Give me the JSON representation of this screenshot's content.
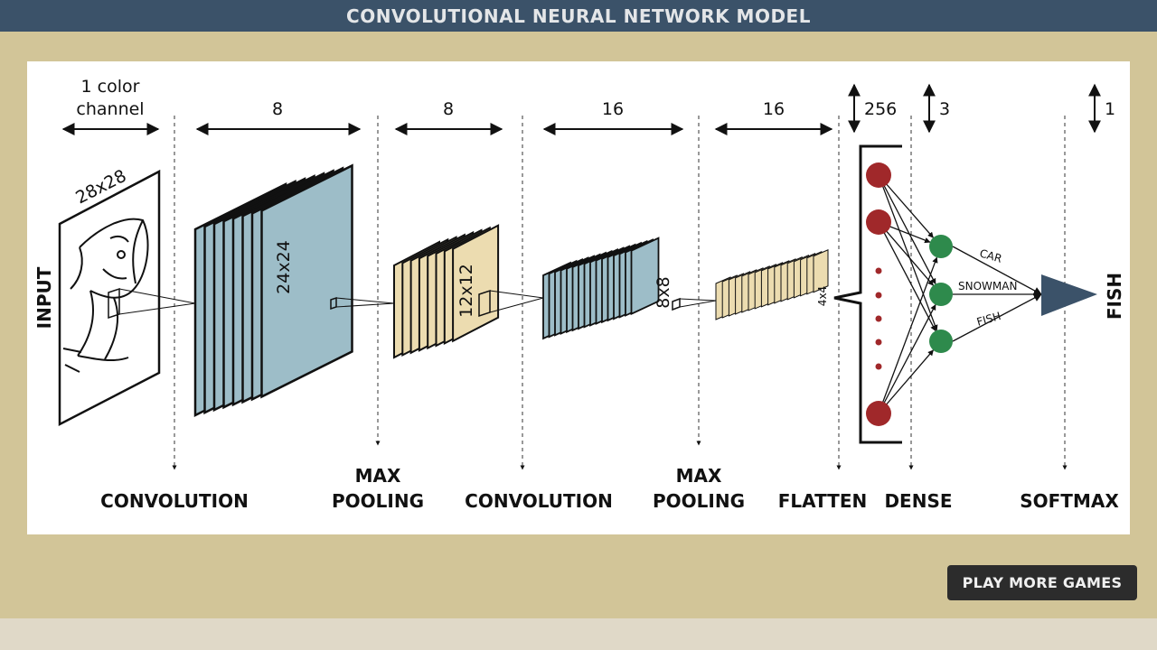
{
  "header": {
    "title": "CONVOLUTIONAL NEURAL NETWORK MODEL"
  },
  "diagram": {
    "input_side_label": "INPUT",
    "input_size": "28x28",
    "input_channels_line1": "1 color",
    "input_channels_line2": "channel",
    "conv1_depth": "8",
    "conv1_size": "24x24",
    "pool1_depth": "8",
    "pool1_size": "12x12",
    "conv2_depth": "16",
    "conv2_size": "8x8",
    "pool2_depth": "16",
    "pool2_size": "4x4",
    "flatten_size": "256",
    "dense_size": "3",
    "softmax_size": "1",
    "stage_labels": {
      "conv1": "CONVOLUTION",
      "pool1_line1": "MAX",
      "pool1_line2": "POOLING",
      "conv2": "CONVOLUTION",
      "pool2_line1": "MAX",
      "pool2_line2": "POOLING",
      "flatten": "FLATTEN",
      "dense": "DENSE",
      "softmax": "SOFTMAX"
    },
    "class_labels": [
      "CAR",
      "SNOWMAN",
      "FISH"
    ],
    "output_label": "FISH",
    "colors": {
      "conv_fill": "#9dbdc8",
      "pool_fill": "#ecdcb0",
      "flatten_node": "#a0282a",
      "dense_node": "#2e8a4c",
      "output_triangle": "#3b5269"
    }
  },
  "footer": {
    "play_more_label": "PLAY MORE GAMES"
  }
}
